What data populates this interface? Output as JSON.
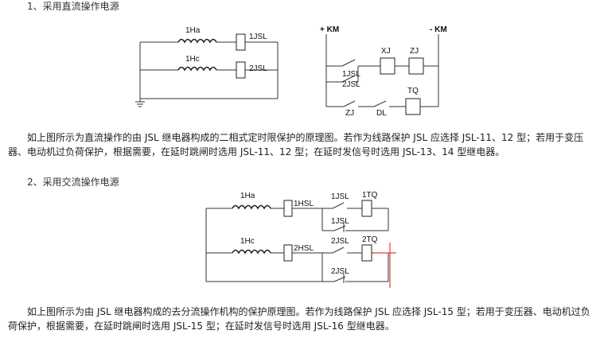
{
  "section1": {
    "heading": "1、采用直流操作电源",
    "paragraph": "如上图所示为直流操作的由 JSL 继电器构成的二相式定时限保护的原理图。若作为线路保护 JSL 应选择 JSL-11、12 型；若用于变压器、电动机过负荷保护，根据需要，在延时跳闸时选用 JSL-11、12 型；在延时发信号时选用 JSL-13、14 型继电器。"
  },
  "section2": {
    "heading": "2、采用交流操作电源",
    "paragraph": "如上图所示为由 JSL 继电器构成的去分流操作机构的保护原理图。若作为线路保护 JSL 应选择 JSL-15 型；若用于变压器、电动机过负荷保护，根据需要，在延时跳闸时选用 JSL-15 型；在延时发信号时选用 JSL-16 型继电器。"
  },
  "diagram1_left": {
    "coil_top": "1Ha",
    "coil_bottom": "1Hc",
    "relay_top": "1JSL",
    "relay_bottom": "2JSL"
  },
  "diagram1_right": {
    "bus_plus": "+ KM",
    "bus_minus": "- KM",
    "xj": "XJ",
    "zj": "ZJ",
    "c1jsl": "1JSL",
    "c2jsl": "2JSL",
    "tq": "TQ",
    "zj_contact": "ZJ",
    "dl": "DL"
  },
  "diagram2": {
    "coil_top": "1Ha",
    "coil_bottom": "1Hc",
    "relay_top": "1HSL",
    "relay_bottom": "2HSL",
    "c1jsl_a": "1JSL",
    "c1jsl_b": "1JSL",
    "c2jsl_a": "2JSL",
    "c2jsl_b": "2JSL",
    "tq1": "1TQ",
    "tq2": "2TQ"
  }
}
